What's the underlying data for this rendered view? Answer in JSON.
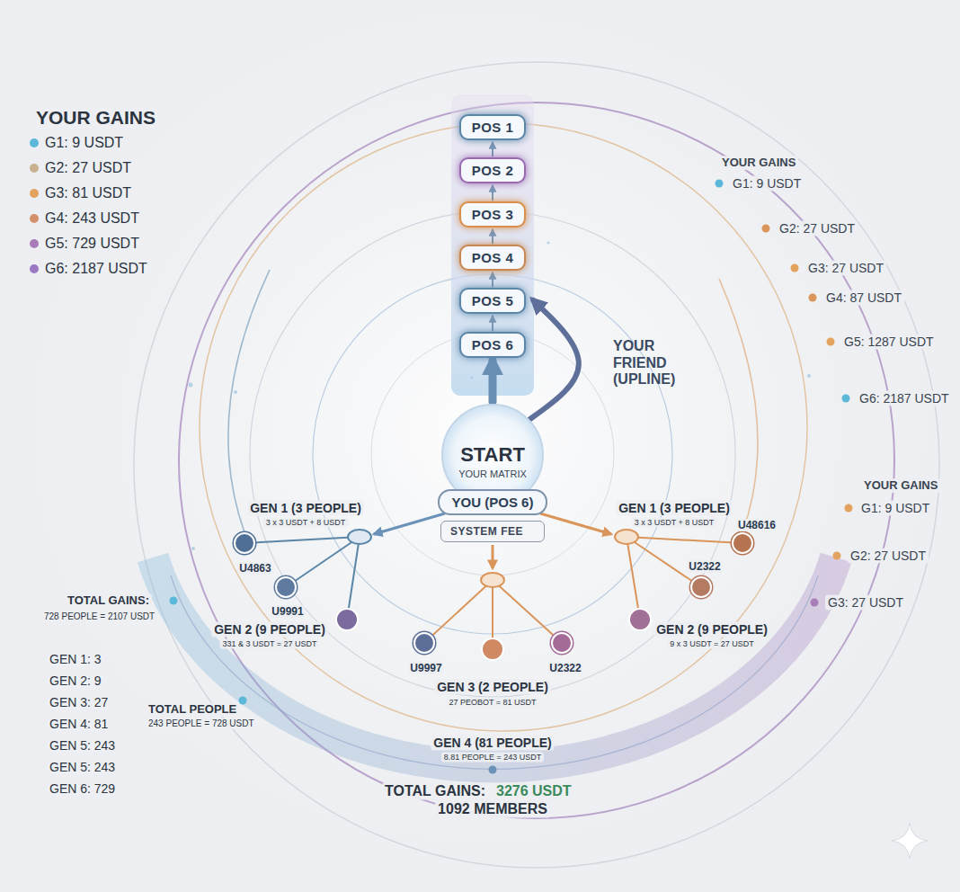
{
  "diagram": {
    "nodes": [
      {
        "text": [
          "POS 1"
        ]
      },
      {
        "text": [
          "POS 2"
        ]
      },
      {
        "text": [
          "POS 3"
        ]
      },
      {
        "text": [
          "POS 4"
        ]
      },
      {
        "text": [
          "POS 5"
        ]
      },
      {
        "text": [
          "POS 6"
        ]
      },
      {
        "text": [
          "START",
          "YOUR MATRIX"
        ]
      },
      {
        "text": [
          "YOU (POS 6)"
        ]
      },
      {
        "text": [
          "SYSTEM FEE"
        ]
      },
      {
        "text": [
          "U4863"
        ]
      },
      {
        "text": [
          "U9991"
        ]
      },
      {
        "text": [
          "U9997"
        ]
      },
      {
        "text": [
          "U2322"
        ]
      },
      {
        "text": [
          "U48616"
        ]
      },
      {
        "text": [
          "U2322"
        ]
      }
    ],
    "edges": [
      {
        "from": 5,
        "to": 4,
        "arrow": "to"
      },
      {
        "from": 4,
        "to": 3,
        "arrow": "to"
      },
      {
        "from": 3,
        "to": 2,
        "arrow": "to"
      },
      {
        "from": 2,
        "to": 1,
        "arrow": "to"
      },
      {
        "from": 1,
        "to": 0,
        "arrow": "to"
      },
      {
        "from": 6,
        "to": 5,
        "arrow": "to"
      },
      {
        "from": 6,
        "to": 4,
        "label": "YOUR FRIEND (UPLINE)",
        "arrow": "to"
      }
    ],
    "labels": [
      "YOUR GAINS",
      "YOUR GAINS",
      "G1: 9 USDT",
      "G2: 27 USDT",
      "G3: 27 USDT",
      "G4: 87 USDT",
      "G5: 1287 USDT",
      "G6: 2187 USDT",
      "YOUR GAINS",
      "G1: 9 USDT",
      "G2: 27 USDT",
      "G3: 27 USDT",
      "GEN 1 (3 PEOPLE)",
      "3 x 3 USDT + 8 USDT",
      "GEN 1 (3 PEOPLE)",
      "3 x 3 USDT + 8 USDT",
      "GEN 2 (9 PEOPLE)",
      "331 & 3 USDT = 27 USDT",
      "GEN 2 (9 PEOPLE)",
      "9 x 3 USDT = 27 USDT",
      "GEN 3 (2 PEOPLE)",
      "27 PEOBOT = 81 USDT",
      "GEN 4 (81 PEOPLE)",
      "8.81 PEOPLE = 243 USDT",
      "TOTAL GAINS:",
      "728 PEOPLE = 2107 USDT",
      "GEN 1: 3",
      "GEN 2: 9",
      "GEN 3: 27",
      "GEN 4: 81",
      "GEN 5: 243",
      "GEN 5: 243",
      "GEN 6: 729",
      "TOTAL PEOPLE",
      "243 PEOPLE = 728 USDT",
      "TOTAL GAINS:",
      "3276 USDT",
      "1092 MEMBERS"
    ],
    "legend": [
      {
        "text": "G1: 9 USDT",
        "color": "#5bb8d8"
      },
      {
        "text": "G2: 27 USDT",
        "color": "#c9b08e"
      },
      {
        "text": "G3: 81 USDT",
        "color": "#e3a25e"
      },
      {
        "text": "G4: 243 USDT",
        "color": "#d4906a"
      },
      {
        "text": "G5: 729 USDT",
        "color": "#a77cb8"
      },
      {
        "text": "G6: 2187 USDT",
        "color": "#9a78c4"
      }
    ]
  }
}
